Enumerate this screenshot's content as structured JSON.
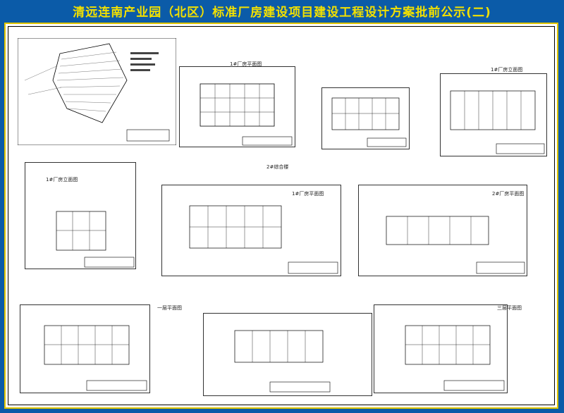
{
  "banner": {
    "title": "清远连南产业园（北区）标准厂房建设项目建设工程设计方案批前公示(二)"
  },
  "sheets": {
    "site_plan": {
      "title": ""
    },
    "plan_a": {
      "title": "1#厂房平面图"
    },
    "plan_b": {
      "title": ""
    },
    "plan_c": {
      "title": "1#厂房立面图"
    },
    "plan_d": {
      "title": "1#厂房立面图"
    },
    "plan_e": {
      "title": "2#综合楼"
    },
    "plan_f": {
      "title": "1#厂房平面图"
    },
    "plan_g": {
      "title": "2#厂房平面图"
    },
    "plan_h": {
      "title": "一层平面图"
    },
    "plan_i": {
      "title": ""
    },
    "plan_j": {
      "title": "三层平面图"
    }
  },
  "colors": {
    "banner_bg": "#0b5ba8",
    "title_text": "#f2e000",
    "board_border": "#e0c400",
    "drawing_line": "#000000"
  }
}
